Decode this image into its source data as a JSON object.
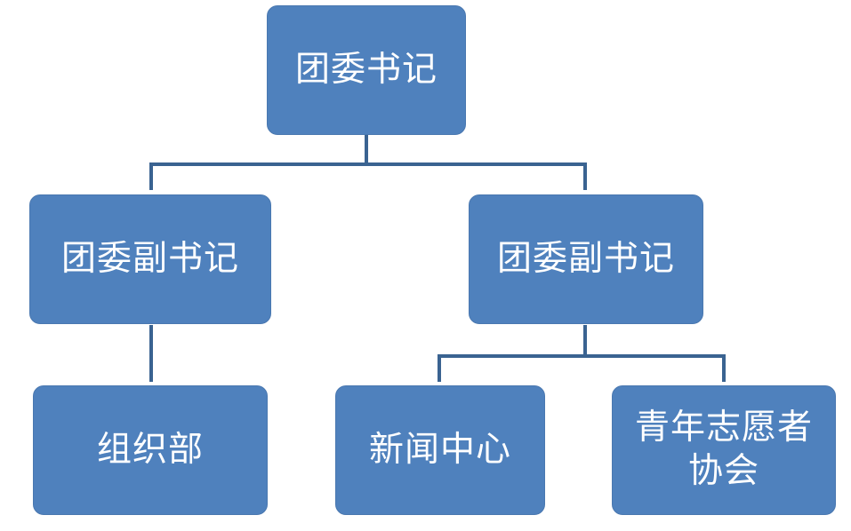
{
  "diagram": {
    "type": "org-chart",
    "colors": {
      "node_fill": "#4f81bd",
      "node_text": "#ffffff",
      "connector": "#3a6391"
    },
    "nodes": {
      "root": {
        "label": "团委书记"
      },
      "vice_left": {
        "label": "团委副书记"
      },
      "vice_right": {
        "label": "团委副书记"
      },
      "organization_dept": {
        "label": "组织部"
      },
      "news_center": {
        "label": "新闻中心"
      },
      "volunteer_assoc": {
        "label": "青年志愿者协会"
      }
    },
    "edges": [
      {
        "from": "root",
        "to": "vice_left"
      },
      {
        "from": "root",
        "to": "vice_right"
      },
      {
        "from": "vice_left",
        "to": "organization_dept"
      },
      {
        "from": "vice_right",
        "to": "news_center"
      },
      {
        "from": "vice_right",
        "to": "volunteer_assoc"
      }
    ]
  }
}
